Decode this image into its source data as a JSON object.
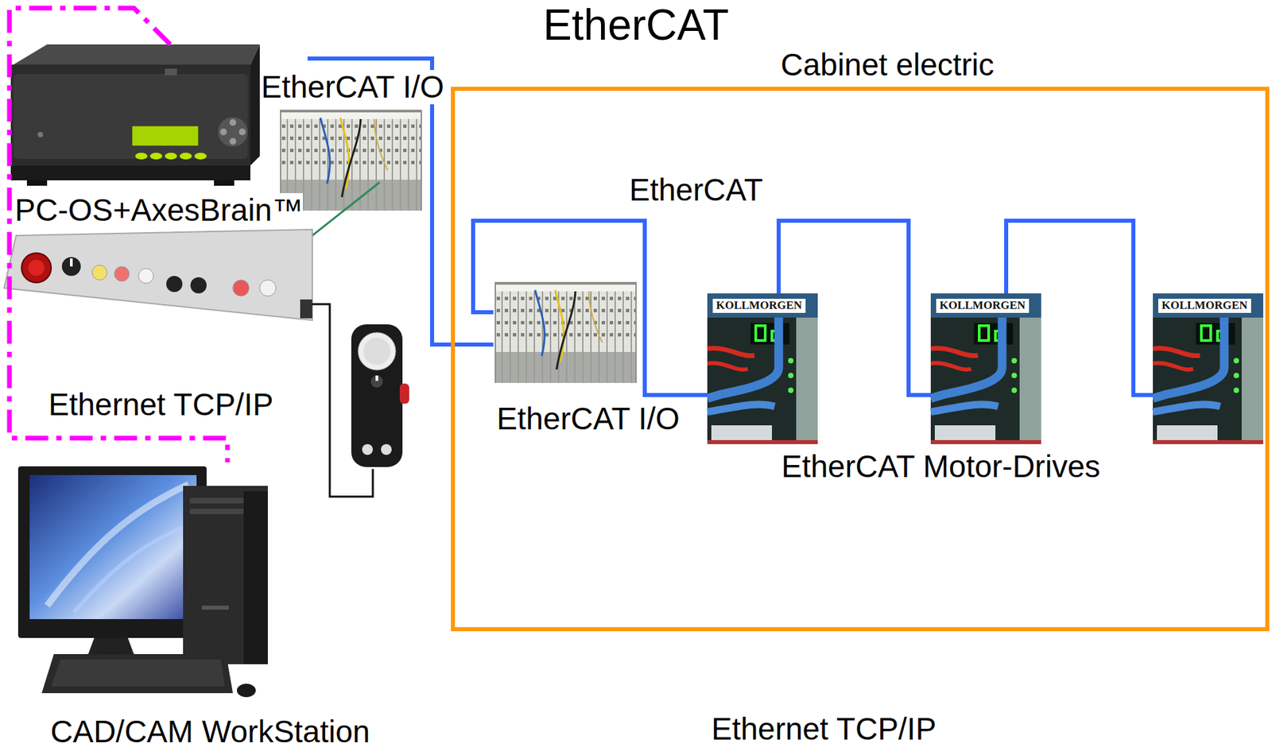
{
  "diagram": {
    "title": "EtherCAT",
    "nodes": [
      {
        "text": [
          "PC-OS+AxesBrain™"
        ]
      },
      {
        "text": [
          "EtherCAT I/O"
        ]
      },
      {
        "text": [
          "Cabinet electric"
        ]
      },
      {
        "text": [
          "EtherCAT I/O"
        ],
        "in": 2
      },
      {
        "text": [
          "KOLLMORGEN"
        ],
        "in": 2
      },
      {
        "text": [
          "KOLLMORGEN"
        ],
        "in": 2
      },
      {
        "text": [
          "KOLLMORGEN"
        ],
        "in": 2
      },
      {
        "text": [
          "CAD/CAM WorkStation"
        ]
      }
    ],
    "edges": [
      {
        "from": 0,
        "to": 3,
        "arrow": "none"
      },
      {
        "from": 3,
        "to": 4,
        "arrow": "none"
      },
      {
        "from": 4,
        "to": 5,
        "arrow": "none"
      },
      {
        "from": 5,
        "to": 6,
        "arrow": "none"
      },
      {
        "from": 0,
        "to": 7,
        "arrow": "none",
        "label": "Ethernet TCP/IP"
      }
    ],
    "labels": [
      "EtherCAT",
      "EtherCAT Motor-Drives",
      "Ethernet TCP/IP"
    ]
  }
}
